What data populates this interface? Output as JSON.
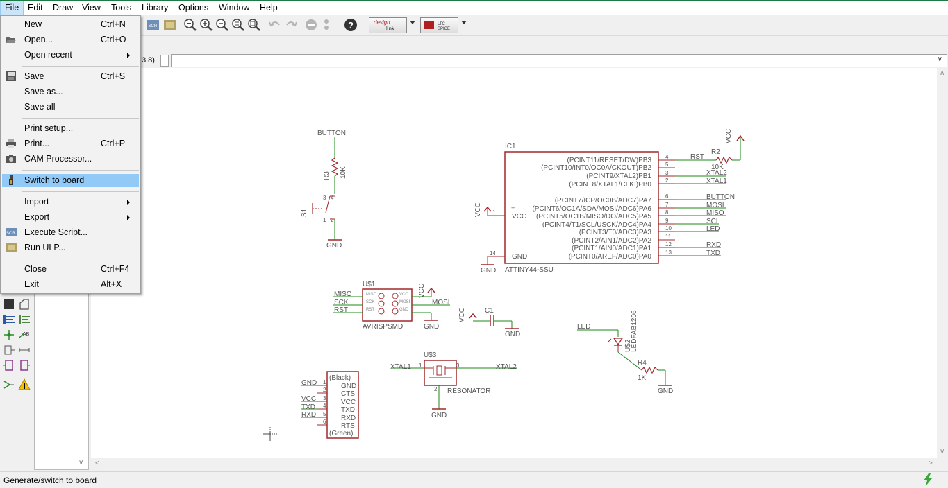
{
  "menubar": {
    "items": [
      "File",
      "Edit",
      "Draw",
      "View",
      "Tools",
      "Library",
      "Options",
      "Window",
      "Help"
    ]
  },
  "file_menu": {
    "items": [
      {
        "label": "New",
        "shortcut": "Ctrl+N"
      },
      {
        "label": "Open...",
        "shortcut": "Ctrl+O"
      },
      {
        "label": "Open recent",
        "shortcut": ""
      },
      {
        "label": "Save",
        "shortcut": "Ctrl+S"
      },
      {
        "label": "Save as...",
        "shortcut": ""
      },
      {
        "label": "Save all",
        "shortcut": ""
      },
      {
        "label": "Print setup...",
        "shortcut": ""
      },
      {
        "label": "Print...",
        "shortcut": "Ctrl+P"
      },
      {
        "label": "CAM Processor...",
        "shortcut": ""
      },
      {
        "label": "Switch to board",
        "shortcut": ""
      },
      {
        "label": "Import",
        "shortcut": ""
      },
      {
        "label": "Export",
        "shortcut": ""
      },
      {
        "label": "Execute Script...",
        "shortcut": ""
      },
      {
        "label": "Run ULP...",
        "shortcut": ""
      },
      {
        "label": "Close",
        "shortcut": "Ctrl+F4"
      },
      {
        "label": "Exit",
        "shortcut": "Alt+X"
      }
    ]
  },
  "toolbar": {
    "script_icon_text": "SCR",
    "designlink_label_1": "design",
    "designlink_label_2": "link",
    "ltspice_label_1": "LTC",
    "ltspice_label_2": "SPICE"
  },
  "command_row": {
    "coordinate": "3.8)",
    "command_value": ""
  },
  "schematic": {
    "button_label": "BUTTON",
    "r3_name": "R3",
    "r3_value": "10K",
    "s1_name": "S1",
    "gnd": "GND",
    "vcc": "VCC",
    "ic1_name": "IC1",
    "ic1_part": "ATTINY44-SSU",
    "ic1_vcc": "VCC",
    "ic1_gnd": "GND",
    "ic1_plus": "+",
    "ic1_pins_top": [
      {
        "label": "(PCINT11/RESET/DW)PB3",
        "num": "4",
        "net": "RST"
      },
      {
        "label": "(PCINT10/INT0/OC0A/CKOUT)PB2",
        "num": "5",
        "net": ""
      },
      {
        "label": "(PCINT9/XTAL2)PB1",
        "num": "3",
        "net": "XTAL2"
      },
      {
        "label": "(PCINT8/XTAL1/CLKI)PB0",
        "num": "2",
        "net": "XTAL1"
      }
    ],
    "ic1_pins_bottom": [
      {
        "label": "(PCINT7/ICP/OC0B/ADC7)PA7",
        "num": "6",
        "net": "BUTTON"
      },
      {
        "label": "(PCINT6/OC1A/SDA/MOSI/ADC6)PA6",
        "num": "7",
        "net": "MOSI"
      },
      {
        "label": "(PCINT5/OC1B/MISO/DO/ADC5)PA5",
        "num": "8",
        "net": "MISO"
      },
      {
        "label": "(PCINT4/T1/SCL/USCK/ADC4)PA4",
        "num": "9",
        "net": "SCL"
      },
      {
        "label": "(PCINT3/T0/ADC3)PA3",
        "num": "10",
        "net": "LED"
      },
      {
        "label": "(PCINT2/AIN1/ADC2)PA2",
        "num": "11",
        "net": ""
      },
      {
        "label": "(PCINT1/AIN0/ADC1)PA1",
        "num": "12",
        "net": "RXD"
      },
      {
        "label": "(PCINT0/AREF/ADC0)PA0",
        "num": "13",
        "net": "TXD"
      }
    ],
    "ic1_vcc_pin": "1",
    "ic1_gnd_pin": "14",
    "r2_name": "R2",
    "r2_value": "10K",
    "u1_name": "U$1",
    "u1_part": "AVRISPSMD",
    "u1_nets_left": [
      "MISO",
      "SCK",
      "RST"
    ],
    "u1_net_right": "MOSI",
    "u1_pins_left": [
      "MISO",
      "SCK",
      "RST"
    ],
    "u1_pins_right": [
      "VCC",
      "MOSI",
      "GND"
    ],
    "c1_name": "C1",
    "led_net": "LED",
    "u2_name": "U$2",
    "u2_part": "LEDFAB1206",
    "r4_name": "R4",
    "r4_value": "1K",
    "ftdi_top": "(Black)",
    "ftdi_bottom": "(Green)",
    "ftdi_pins": [
      {
        "num": "1",
        "name": "GND",
        "net": "GND"
      },
      {
        "num": "2",
        "name": "CTS",
        "net": ""
      },
      {
        "num": "3",
        "name": "VCC",
        "net": "VCC"
      },
      {
        "num": "4",
        "name": "TXD",
        "net": "TXD"
      },
      {
        "num": "5",
        "name": "RXD",
        "net": "RXD"
      },
      {
        "num": "6",
        "name": "RTS",
        "net": ""
      }
    ],
    "u3_name": "U$3",
    "u3_part": "RESONATOR",
    "u3_left_net": "XTAL1",
    "u3_right_net": "XTAL2",
    "u3_pin1": "1",
    "u3_pin2": "2",
    "u3_pin3": "3",
    "switch_pins": [
      "3",
      "4",
      "1",
      "2"
    ]
  },
  "statusbar": {
    "text": "Generate/switch to board"
  },
  "colors": {
    "net_wire": "#1a8a1a",
    "symbol": "#a0282c",
    "pin": "#a0282c",
    "text": "#555555",
    "menu_highlight": "#91c9f7"
  }
}
